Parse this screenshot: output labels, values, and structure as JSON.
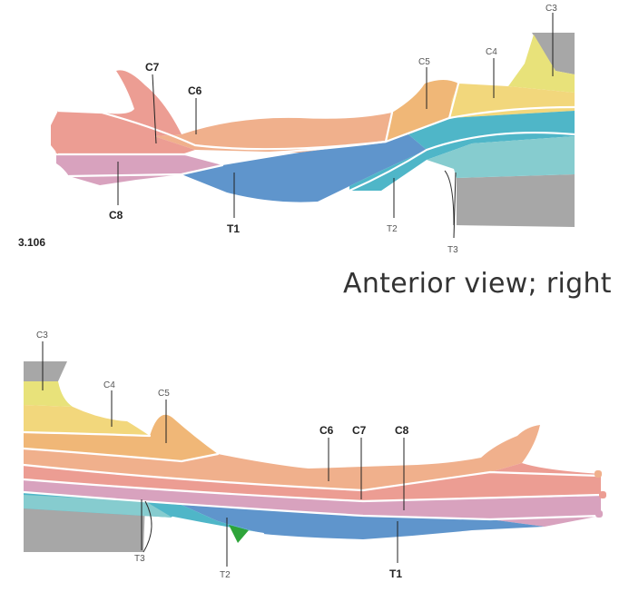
{
  "figure": {
    "number": "3.106",
    "caption": "Anterior view; right"
  },
  "top_arm_labels": [
    {
      "text": "C3",
      "weight": "thin"
    },
    {
      "text": "C4",
      "weight": "thin"
    },
    {
      "text": "C5",
      "weight": "thin"
    },
    {
      "text": "C6",
      "weight": "bold"
    },
    {
      "text": "C7",
      "weight": "bold"
    },
    {
      "text": "C8",
      "weight": "bold"
    },
    {
      "text": "T1",
      "weight": "bold"
    },
    {
      "text": "T2",
      "weight": "thin"
    },
    {
      "text": "T3",
      "weight": "thin"
    }
  ],
  "bottom_arm_labels": [
    {
      "text": "C3",
      "weight": "thin"
    },
    {
      "text": "C4",
      "weight": "thin"
    },
    {
      "text": "C5",
      "weight": "thin"
    },
    {
      "text": "C6",
      "weight": "bold"
    },
    {
      "text": "C7",
      "weight": "bold"
    },
    {
      "text": "C8",
      "weight": "bold"
    },
    {
      "text": "T1",
      "weight": "bold"
    },
    {
      "text": "T2",
      "weight": "thin"
    },
    {
      "text": "T3",
      "weight": "thin"
    }
  ],
  "colors": {
    "c3": "#e8e27a",
    "c4": "#f2d77c",
    "c5": "#f0b777",
    "c6": "#f0b08c",
    "c7": "#ec9d93",
    "c8": "#d8a2be",
    "t1": "#5f95cc",
    "t2": "#4fb6c8",
    "t3": "#86cccf",
    "trunk": "#a7a7a7",
    "pointer": "#2ea43a"
  }
}
